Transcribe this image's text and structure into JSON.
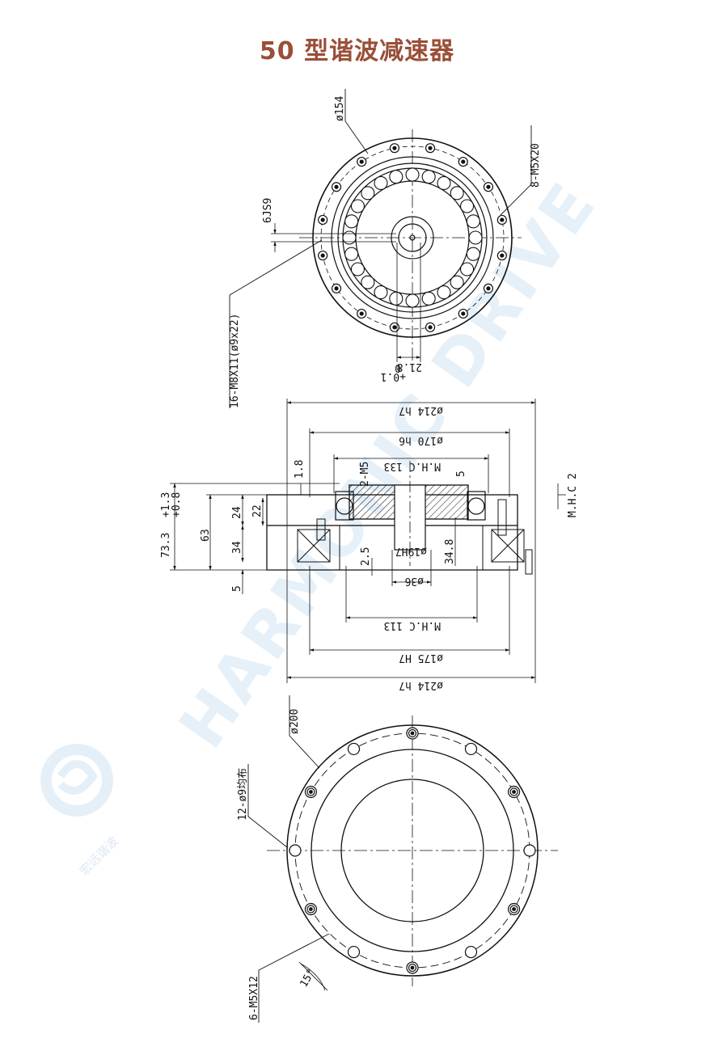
{
  "title": "50 型谐波减速器",
  "colors": {
    "title": "#9a4f38",
    "line": "#111111",
    "watermark": "#e6f0f9"
  },
  "watermark": {
    "brand": "HARMONIC DRIVE",
    "logo_text": "宏远谐波"
  },
  "top_view": {
    "dia_outer": "ø154",
    "bolt_thread": "8-M5X20",
    "keyway": "6JS9",
    "mount_holes": "16-M8X11(ø9x22)",
    "key_depth": "21.8",
    "key_tol_upper": "+0.1",
    "key_tol_lower": "0"
  },
  "section_view": {
    "dia_214_top": "ø214 h7",
    "dia_170": "ø170 h6",
    "mhc_133": "M.H.C 133",
    "tap_2m5": "2-M5",
    "dim_5_top": "5",
    "dim_1_8": "1.8",
    "mhc_2": "M.H.C 2",
    "total_height": "73.3",
    "total_tol_upper": "+1.3",
    "total_tol_lower": "+0.8",
    "dim_63": "63",
    "dim_24": "24",
    "dim_22": "22",
    "dim_34": "34",
    "dim_5_left": "5",
    "dim_2_5": "2.5",
    "bore_19": "ø19H7",
    "dim_34_8": "34.8",
    "dia_36": "ø36",
    "mhc_113": "M.H.C 113",
    "dia_175": "ø175 H7",
    "dia_214_bottom": "ø214 h7"
  },
  "bottom_view": {
    "dia_200": "ø200",
    "holes_12": "12-ø9均布",
    "threads_6": "6-M5X12",
    "angle": "15°"
  }
}
